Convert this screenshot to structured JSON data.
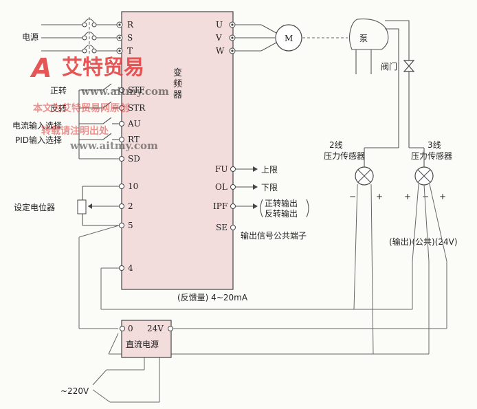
{
  "diagram": {
    "supply_label": "电源",
    "inverter_label_chars": [
      "变",
      "频",
      "器"
    ],
    "motor_label": "M",
    "pump_label": "泵",
    "valve_label": "阀门",
    "input_terminals": [
      "R",
      "S",
      "T",
      "STF",
      "STR",
      "AU",
      "RT",
      "SD",
      "10",
      "2",
      "5",
      "4"
    ],
    "output_terminals": [
      "U",
      "V",
      "W",
      "FU",
      "OL",
      "IPF",
      "SE"
    ],
    "left_labels": {
      "forward": "正转",
      "reverse": "反转",
      "current_input": "电流输入选择",
      "pid_input": "PID输入选择",
      "potentiometer": "设定电位器"
    },
    "right_labels": {
      "upper_limit": "上限",
      "lower_limit": "下限",
      "ipf_line1": "正转输出",
      "ipf_line2": "反转输出",
      "se_label": "输出信号公共端子"
    },
    "feedback_label": "(反馈量) 4~20mA",
    "sensor2": {
      "line1": "2线",
      "line2": "压力传感器",
      "minus": "−",
      "plus": "+"
    },
    "sensor3": {
      "line1": "3线",
      "line2": "压力传感器",
      "plus1": "+",
      "minus": "−",
      "plus2": "+",
      "caption": "(输出)(公共)(24V)"
    },
    "dc_supply": {
      "label": "直流电源",
      "t0": "0",
      "t24": "24V"
    },
    "ac_input": "~220V"
  },
  "watermark": {
    "logo_letter": "A",
    "logo_text": "艾特贸易",
    "url1": "www.aitmy.com",
    "line2": "本文为艾特贸易网原创",
    "line3": "转载请注明出处",
    "url2": "www.aitmy.com"
  },
  "colors": {
    "inverter_fill": "#f2dcdc",
    "dc_fill": "#f2dcdc",
    "line": "#555555",
    "watermark": "#e23b3b"
  }
}
